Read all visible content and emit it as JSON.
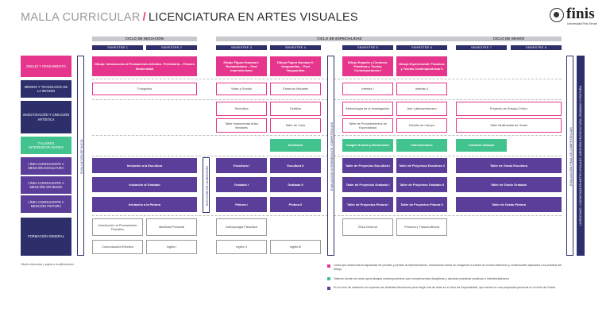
{
  "title": {
    "prefix": "MALLA CURRICULAR",
    "slash": "/",
    "main": "LICENCIATURA EN ARTES VISUALES"
  },
  "logo": {
    "word": "finis",
    "sub": "Universidad Finis Terrae"
  },
  "cycles": {
    "initiation": "CICLO DE INICIACIÓN",
    "specialty": "CICLO DE ESPECIALIDAD",
    "degree": "CICLO DE GRADO"
  },
  "semesters": [
    "SEMESTRE 1",
    "SEMESTRE 2",
    "SEMESTRE 3",
    "SEMESTRE 4",
    "SEMESTRE 5",
    "SEMESTRE 6",
    "SEMESTRE 7",
    "SEMESTRE 8"
  ],
  "rows": {
    "dibujo": "DIBUJO Y PENSAMIENTO",
    "medios": "MEDIOS Y TECNOLOGÍA DE LA IMAGEN",
    "investigacion": "INVESTIGACIÓN Y CREACIÓN ARTÍSTICA",
    "talleres": "TALLERES INTERDISCIPLINARES",
    "escultura": "LÍNEA CONDUCENTE A MENCIÓN ESCULTURA",
    "grabado": "LÍNEA CONDUCENTE A MENCIÓN GRABADO",
    "pintura": "LÍNEA CONDUCENTE A MENCIÓN PINTURA",
    "formacion": "FORMACIÓN GENERAL"
  },
  "courses": {
    "dib_1_2": "Dibujo: Introducción al Pensamiento Artístico. Prehistoria – Primera Modernidad",
    "dib_3": "Dibujo Figura Humana I: Romanticismo – Post Impresionismo",
    "dib_4": "Dibujo Figura Humana II: Vanguardias – Post Vanguardias",
    "dib_5": "Dibujo Espacio y Contexto: Prácticas y Teorías Contemporáneas I",
    "dib_6": "Dibujo Experimental: Prácticas y Teorías Contemporáneas II",
    "med_1_2": "Fotografía",
    "med_3": "Video y Sonido",
    "med_4": "Entornos Virtuales",
    "med_5": "Interfaz I",
    "med_6": "Interfaz II",
    "inv_3a": "Semiótica",
    "inv_4a": "Estética",
    "inv_5a": "Metodología de la Investigación",
    "inv_6a": "Arte Latinoamericano",
    "inv_78a": "Proyecto de Ensayo Crítico",
    "inv_3b": "Taller Instrumental Artes Mediales",
    "inv_4b": "Taller de Color",
    "inv_5b": "Taller de Procedimientos de Especialidad",
    "inv_6b": "Estudio de Campo",
    "inv_78b": "Taller Multimedial de Grado",
    "tal_4": "Seminario",
    "tal_5": "Imagen Sonido y Movimiento",
    "tal_6": "Intervenciones",
    "tal_7": "Contexto Situado",
    "esc_1_2": "Iniciación a la Escultura",
    "esc_3": "Escultura I",
    "esc_4": "Escultura II",
    "esc_5": "Taller de Proyectos Escultura I",
    "esc_6": "Taller de Proyectos Escultura II",
    "esc_78": "Taller de Grado Escultura",
    "gra_1_2": "Iniciación al Grabado",
    "gra_3": "Grabado I",
    "gra_4": "Grabado II",
    "gra_5": "Taller de Proyectos Grabado I",
    "gra_6": "Taller de Proyectos Grabado II",
    "gra_78": "Taller de Grado Grabado",
    "pin_1_2": "Iniciación a la Pintura",
    "pin_3": "Pintura I",
    "pin_4": "Pintura II",
    "pin_5": "Taller de Proyectos Pintura I",
    "pin_6": "Taller de Proyectos Pintura II",
    "pin_78": "Taller de Grado Pintura",
    "for_1a": "Introducción al Pensamiento Filosófico",
    "for_2a": "Identidad Personal",
    "for_3a": "Antropología Filosófica",
    "for_5a": "Ética General",
    "for_6a": "Persona y Trascendencia",
    "for_1b": "Comunicación Efectiva",
    "for_2b": "Inglés I",
    "for_3b": "Inglés II",
    "for_4b": "Inglés III"
  },
  "vertical": {
    "eval_inicio": "EVALUACIÓN DE INICIO",
    "eleccion": "ELECCIÓN DE LA MENCIÓN",
    "eval_intermedia": "EVALUACIÓN INTERMEDIA DE COMPETENCIAS",
    "eval_final": "EVALUACIÓN FINAL DE COMPETENCIAS",
    "grado": "LICENCIADO / LICENCIADA EN ARTES VISUALES, MENCIÓN EN ESCULTURA, GRABADO O PINTURA"
  },
  "footnote": "*Malla referencial y sujeta a modificaciones",
  "legend": [
    {
      "color": "#e6358c",
      "text": "Línea que desarrolla la capacidad de percibir y pensar la representación, traduciendo ideas en imágenes a través de cruces históricos y contextuales aplicados a la práctica del dibujo."
    },
    {
      "color": "#42c38d",
      "text": "Talleres donde se crean aprendizajes contemporáneos que complementan disciplinas y abordan prácticas creativas e interdisciplinares."
    },
    {
      "color": "#5b3d9a",
      "text": "En el ciclo de iniciación se exploran las distintas Menciones para elegir una de ellas en el ciclo de Especialidad, que derive en una propuesta personal en el ciclo de Grado."
    }
  ],
  "colors": {
    "pink": "#e6358c",
    "navy": "#2d2f6b",
    "green": "#42c38d",
    "purple": "#5b3d9a",
    "gray": "#c8c9ce"
  }
}
